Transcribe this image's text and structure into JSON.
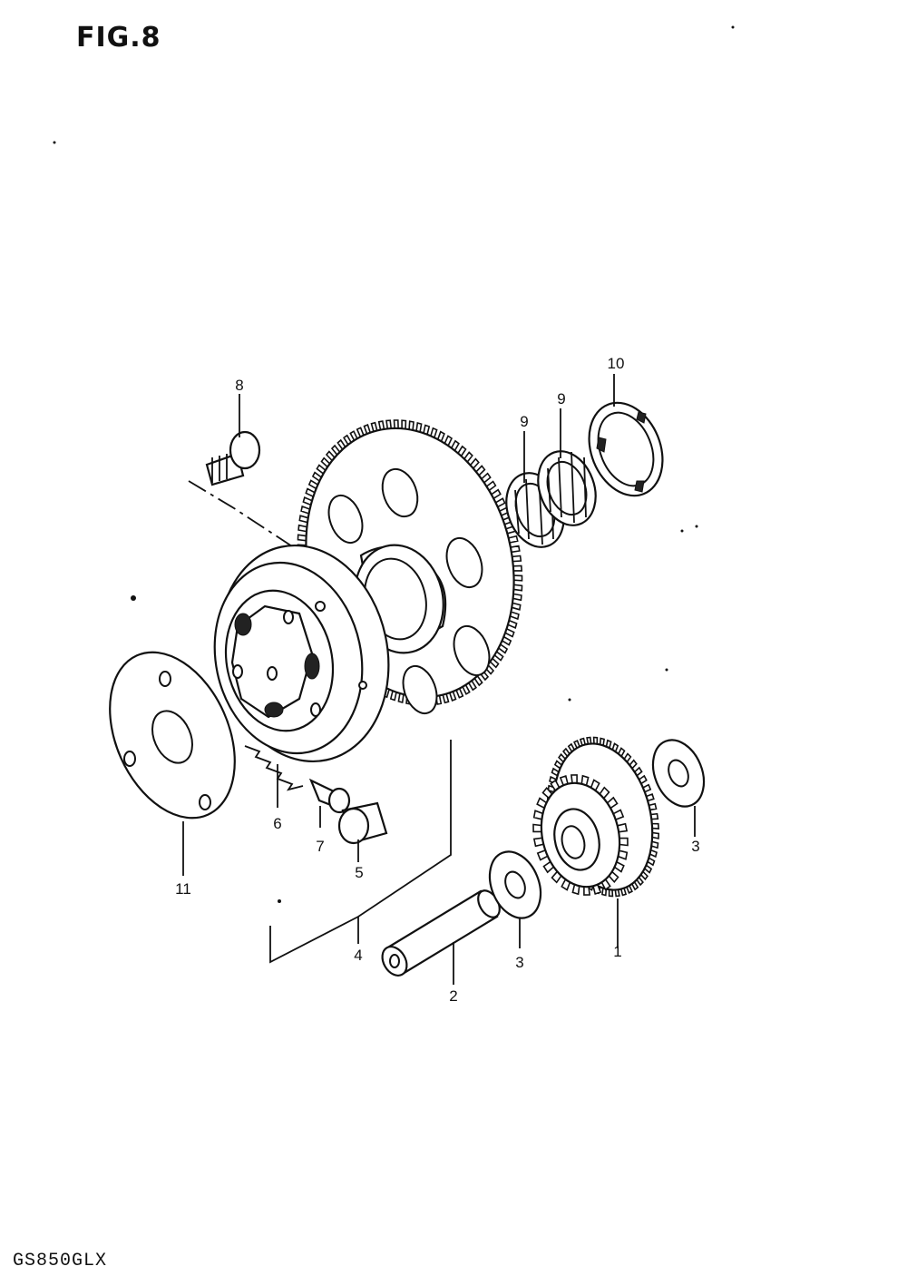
{
  "figure_title": "FIG.8",
  "model_code": "GS850GLX",
  "callouts": [
    {
      "id": "1",
      "text": "1",
      "part": "idler-gear"
    },
    {
      "id": "2",
      "text": "2",
      "part": "idler-shaft"
    },
    {
      "id": "3a",
      "text": "3",
      "part": "washer-front"
    },
    {
      "id": "3b",
      "text": "3",
      "part": "washer-rear"
    },
    {
      "id": "4",
      "text": "4",
      "part": "starter-clutch-assembly"
    },
    {
      "id": "5",
      "text": "5",
      "part": "roller"
    },
    {
      "id": "6",
      "text": "6",
      "part": "spring"
    },
    {
      "id": "7",
      "text": "7",
      "part": "pin"
    },
    {
      "id": "8",
      "text": "8",
      "part": "bolt"
    },
    {
      "id": "9a",
      "text": "9",
      "part": "needle-bearing-left"
    },
    {
      "id": "9b",
      "text": "9",
      "part": "needle-bearing-right"
    },
    {
      "id": "10",
      "text": "10",
      "part": "thrust-washer"
    },
    {
      "id": "11",
      "text": "11",
      "part": "clutch-plate"
    }
  ]
}
